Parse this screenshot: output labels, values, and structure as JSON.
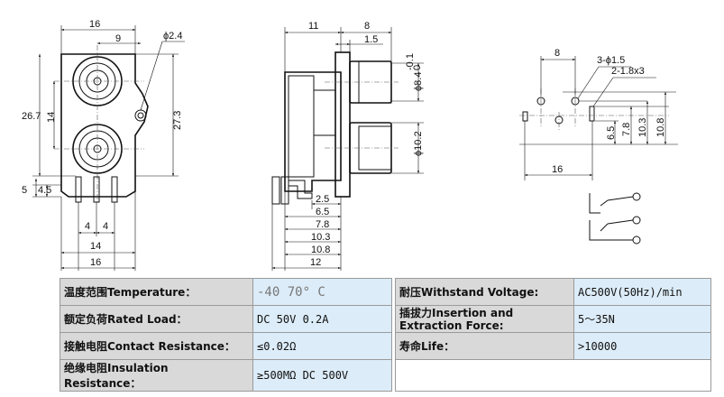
{
  "drawing": {
    "front_view": {
      "top_dims": [
        "16",
        "9"
      ],
      "diameter_label": "ϕ2.4",
      "left_dims": [
        "26.7",
        "14",
        "5",
        "4.5"
      ],
      "right_dim": "27.3",
      "bottom_dims": [
        "4",
        "4",
        "14",
        "16"
      ]
    },
    "side_view": {
      "top_dims": [
        "11",
        "8",
        "1.5"
      ],
      "diameter_a": "ϕ8.4",
      "tolerance": [
        "0",
        "-0.1"
      ],
      "diameter_b": "ϕ10.2",
      "bottom_dims": [
        "2.5",
        "6.5",
        "7.8",
        "10.3",
        "10.8",
        "12"
      ]
    },
    "pcb_layout": {
      "top_dim": "8",
      "hole_label": "3-ϕ1.5",
      "slot_label": "2-1.8x3",
      "right_dims": [
        "6.5",
        "7.8",
        "10.3",
        "10.8"
      ],
      "bottom_dim": "16"
    }
  },
  "specs": {
    "rows": [
      {
        "left_label": "温度范围Temperature：",
        "left_value": "-40   70° C",
        "right_label": "耐压Withstand Voltage:",
        "right_value": "AC500V(50Hz)/min"
      },
      {
        "left_label": "额定负荷Rated Load：",
        "left_value": "DC 50V 0.2A",
        "right_label": "插拔力Insertion and Extraction Force:",
        "right_value": "5～35N"
      },
      {
        "left_label": "接触电阻Contact Resistance：",
        "left_value": "≤0.02Ω",
        "right_label": "寿命Life：",
        "right_value": ">10000"
      },
      {
        "left_label": "绝缘电阻Insulation Resistance：",
        "left_value": "≥500MΩ  DC  500V",
        "right_label": "",
        "right_value": ""
      }
    ]
  }
}
